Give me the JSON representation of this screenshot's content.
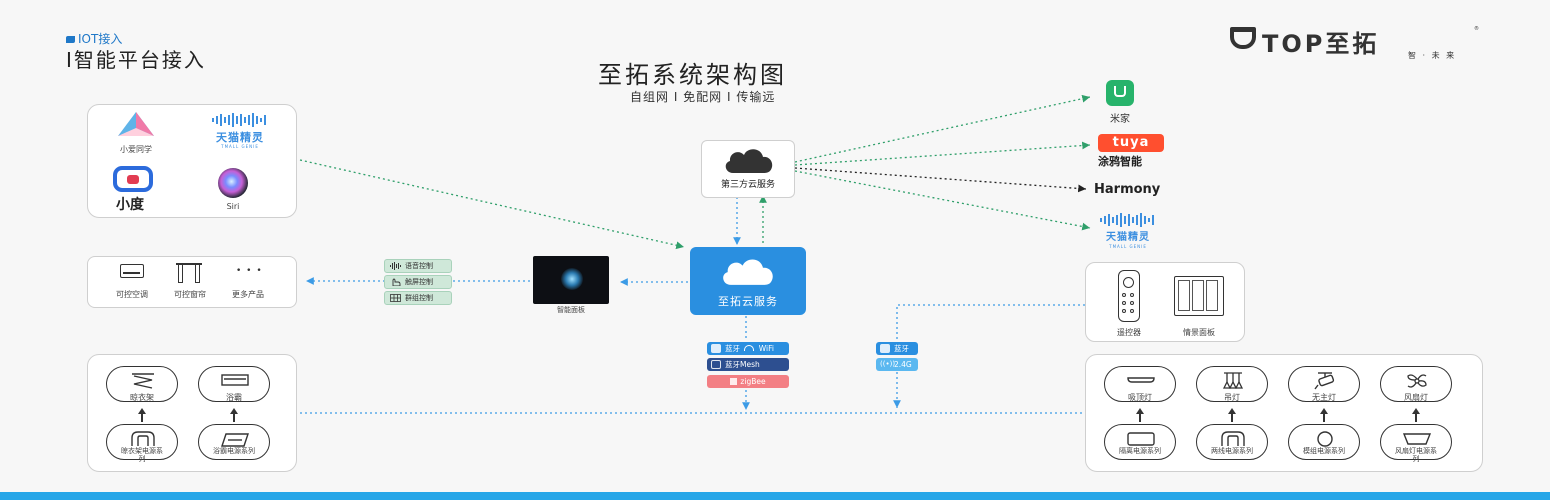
{
  "header": {
    "tag": "IOT接入",
    "heading": "I智能平台接入",
    "brand": "TOP至拓",
    "brand_sub": "智 · 未 来",
    "title": "至拓系统架构图",
    "subtitle": "自组网 I 免配网 I 传输远"
  },
  "voice_platforms": {
    "xiaoai": "小爱同学",
    "tmall": "天猫精灵",
    "tmall_en": "TMALL GENIE",
    "xiaodu": "小度",
    "siri": "Siri"
  },
  "third_party_cloud": "第三方云服务",
  "ecosystems": {
    "mijia": "米家",
    "tuya_logo": "tuya",
    "tuya": "涂鸦智能",
    "harmony": "Harmony",
    "tmall": "天猫精灵",
    "tmall_en": "TMALL GENIE"
  },
  "zhituo_cloud": "至拓云服务",
  "smart_panel": "智能面板",
  "controls": [
    "语音控制",
    "触屏控制",
    "群组控制"
  ],
  "products": [
    "可控空调",
    "可控窗帘",
    "更多产品"
  ],
  "products_more_glyph": "• • •",
  "protocols": {
    "bt_label": "蓝牙",
    "wifi_label": "WiFi",
    "mesh_label": "蓝牙Mesh",
    "zigbee_label": "zigBee",
    "g24_label": "2.4G"
  },
  "remote_panel": {
    "remote": "遥控器",
    "scene": "情景面板"
  },
  "left_devices": {
    "top": [
      "晾衣架",
      "浴霸"
    ],
    "bottom": [
      "晾衣架电源系列",
      "浴霸电源系列"
    ]
  },
  "right_devices": {
    "top": [
      "吸顶灯",
      "吊灯",
      "无主灯",
      "风扇灯"
    ],
    "bottom": [
      "隔离电源系列",
      "两线电源系列",
      "模组电源系列",
      "风扇灯电源系列"
    ]
  },
  "colors": {
    "cloud_blue": "#2a8fe0",
    "dotted_green": "#2f9f6a",
    "dotted_blue": "#3c9be6",
    "tuya_red": "#ff4f2f",
    "mijia_green": "#27b36b",
    "zigbee_red": "#f37f84",
    "mesh_navy": "#2d4f90",
    "bottom_bar": "#27a6e8"
  }
}
